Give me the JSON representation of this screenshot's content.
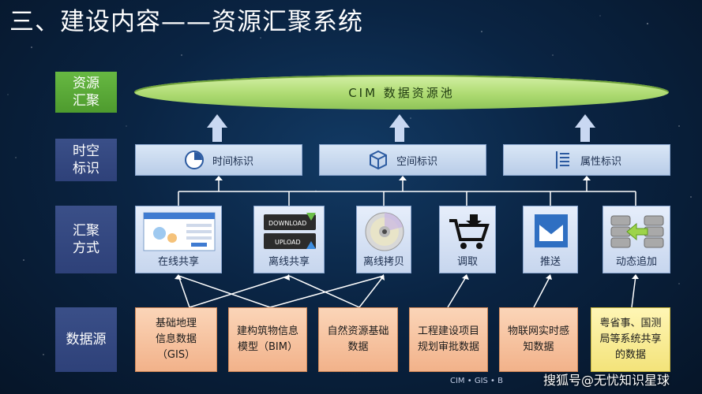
{
  "title": "三、建设内容——资源汇聚系统",
  "rows": {
    "pool": "资源\n汇聚",
    "spacetime": "时空\n标识",
    "methods": "汇聚\n方式",
    "sources": "数据源"
  },
  "pool": {
    "label": "CIM 数据资源池"
  },
  "spacetime": [
    {
      "label": "时间标识",
      "icon": "clock-icon"
    },
    {
      "label": "空间标识",
      "icon": "cube-icon"
    },
    {
      "label": "属性标识",
      "icon": "list-icon"
    }
  ],
  "methods": [
    {
      "label": "在线共享",
      "icon": "web-portal-icon"
    },
    {
      "label": "离线共享",
      "icon": "download-upload-icon",
      "download": "DOWNLOAD",
      "upload": "UPLOAD"
    },
    {
      "label": "离线拷贝",
      "icon": "disc-icon"
    },
    {
      "label": "调取",
      "icon": "shopping-cart-icon"
    },
    {
      "label": "推送",
      "icon": "mail-icon"
    },
    {
      "label": "动态追加",
      "icon": "database-sync-icon"
    }
  ],
  "sources": [
    {
      "label": "基础地理\n信息数据\n（GIS）"
    },
    {
      "label": "建构筑物信息\n模型（BIM）"
    },
    {
      "label": "自然资源基础\n数据"
    },
    {
      "label": "工程建设项目\n规划审批数据"
    },
    {
      "label": "物联网实时感\n知数据"
    },
    {
      "label": "粤省事、国测\n局等系统共享\n的数据"
    }
  ],
  "watermark": "搜狐号@无忧知识星球",
  "footer": "CIM • GIS • B",
  "colors": {
    "background": "#0a2443",
    "row_label": "#2e4179",
    "pool": "#aedb72",
    "blue_box": "#c7d6ee",
    "source_box": "#f2b28a",
    "source_box_highlight": "#f3e37a",
    "arrow": "#c9d8f2"
  }
}
